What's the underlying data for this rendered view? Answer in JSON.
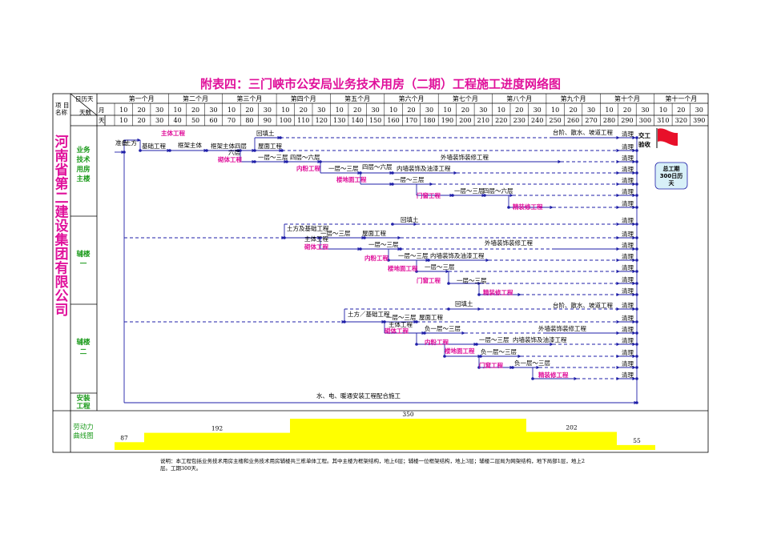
{
  "title": "附表四：三门峡市公安局业务技术用房（二期）工程施工进度网络图",
  "header": {
    "calendar_label": "日历天",
    "item_label_1": "项  目",
    "item_label_2": "名称",
    "days_label": "天数",
    "month_row_label": "月",
    "day_row_label": "天",
    "months": [
      "第一个月",
      "第二个月",
      "第三个月",
      "第四个月",
      "第五个月",
      "第六个月",
      "第七个月",
      "第八个月",
      "第九个月",
      "第十个月",
      "第十一个月"
    ],
    "month_days": [
      "10",
      "20",
      "30",
      "10",
      "20",
      "30",
      "10",
      "20",
      "30",
      "10",
      "20",
      "30",
      "10",
      "20",
      "30",
      "10",
      "20",
      "30",
      "10",
      "20",
      "30",
      "10",
      "20",
      "30",
      "10",
      "20",
      "30",
      "10",
      "20",
      "30",
      "10",
      "20",
      "30"
    ],
    "cum_days": [
      "10",
      "20",
      "30",
      "40",
      "50",
      "60",
      "70",
      "80",
      "90",
      "100",
      "110",
      "120",
      "130",
      "140",
      "150",
      "160",
      "170",
      "180",
      "190",
      "200",
      "210",
      "220",
      "230",
      "240",
      "250",
      "260",
      "270",
      "280",
      "290",
      "300",
      "310",
      "320",
      "390"
    ]
  },
  "company": "河南省第二建设集团有限公司",
  "groups": {
    "main": "业务技术用房主楼",
    "aux1": "辅楼一",
    "aux2": "辅楼二",
    "install": "安装工程",
    "labor": "劳动力曲线图"
  },
  "tasks": {
    "zhunbei": "准备",
    "tufang": "土方",
    "jichu": "基础工程",
    "kuangjia": "框架主体",
    "kuangjia_full": "框架主体四层",
    "ceng1_3": "一层～三层",
    "liu_ceng": "六层",
    "wumian": "屋面工程",
    "huitian": "回填土",
    "zhuti": "主体工程",
    "qiti": "砌体工程",
    "neifen": "内粉工程",
    "loudi": "楼地面工程",
    "menchuang": "门窗工程",
    "jingzhuang": "精装修工程",
    "waiqiang": "外墙装饰装修工程",
    "neiqiang": "内墙装饰及油漆工程",
    "taijie": "台阶、散水、坡道工程",
    "qingli": "清理",
    "ceng4_6": "四层～六层",
    "tufang_jichu": "土方及基础工程",
    "tufang_jichu2": "土方／基础工程",
    "fu1_3": "负一层～三层",
    "shuidian": "水、电、暖通安装工程配合施工",
    "jiaogong": "交工验收",
    "zonggongqi": "总工期300日历天"
  },
  "labor": {
    "values": [
      87,
      192,
      350,
      202,
      55
    ]
  },
  "note": "说明：本工程包括业务技术用房主楼和业务技术用房辅楼共三栋单体工程。其中主楼为框架结构，地上6层；辅楼一位框架结构，地上3层；辅楼二层局为网架结构，地下局部1层，地上2层。工期300天。",
  "colors": {
    "title": "#e0119b",
    "arrow": "#1f1fa8",
    "labor": "#ffff00",
    "flag": "#e8102a",
    "badge": "#d8f0f8"
  }
}
